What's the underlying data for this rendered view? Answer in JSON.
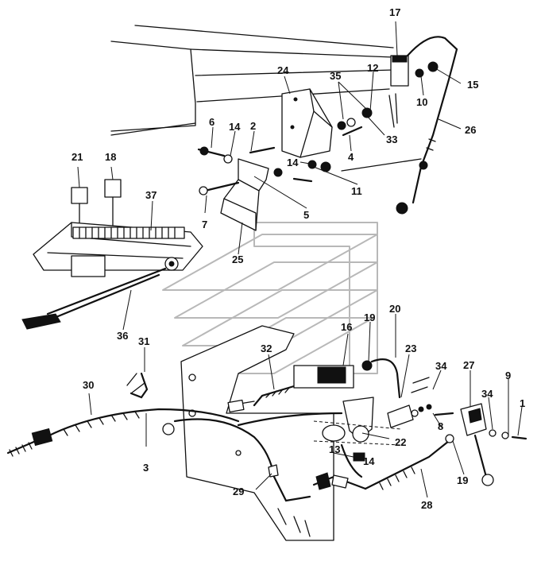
{
  "diagram": {
    "callouts": {
      "c1": "1",
      "c2": "2",
      "c3": "3",
      "c4": "4",
      "c5": "5",
      "c6": "6",
      "c7": "7",
      "c8": "8",
      "c9": "9",
      "c10": "10",
      "c11": "11",
      "c12": "12",
      "c13": "13",
      "c14a": "14",
      "c14b": "14",
      "c14c": "14",
      "c15": "15",
      "c16": "16",
      "c17": "17",
      "c18": "18",
      "c19a": "19",
      "c19b": "19",
      "c20": "20",
      "c21": "21",
      "c22": "22",
      "c23": "23",
      "c24": "24",
      "c25": "25",
      "c26": "26",
      "c27": "27",
      "c28": "28",
      "c29": "29",
      "c30": "30",
      "c31": "31",
      "c32": "32",
      "c33": "33",
      "c34a": "34",
      "c34b": "34",
      "c35": "35",
      "c36": "36",
      "c37": "37"
    }
  }
}
